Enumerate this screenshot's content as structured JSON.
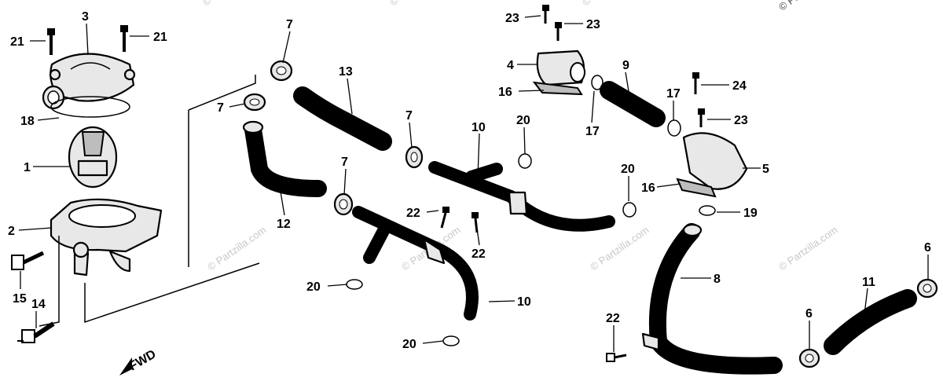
{
  "diagram": {
    "watermark_text": "© Partzilla.com",
    "direction_label": "FWD",
    "callouts": [
      {
        "id": "c21a",
        "text": "21"
      },
      {
        "id": "c3",
        "text": "3"
      },
      {
        "id": "c21b",
        "text": "21"
      },
      {
        "id": "c18",
        "text": "18"
      },
      {
        "id": "c1",
        "text": "1"
      },
      {
        "id": "c2",
        "text": "2"
      },
      {
        "id": "c15",
        "text": "15"
      },
      {
        "id": "c14",
        "text": "14"
      },
      {
        "id": "c7a",
        "text": "7"
      },
      {
        "id": "c7b",
        "text": "7"
      },
      {
        "id": "c13",
        "text": "13"
      },
      {
        "id": "c12",
        "text": "12"
      },
      {
        "id": "c7c",
        "text": "7"
      },
      {
        "id": "c7d",
        "text": "7"
      },
      {
        "id": "c22a",
        "text": "22"
      },
      {
        "id": "c22b",
        "text": "22"
      },
      {
        "id": "c10a",
        "text": "10"
      },
      {
        "id": "c20a",
        "text": "20"
      },
      {
        "id": "c20b",
        "text": "20"
      },
      {
        "id": "c10b",
        "text": "10"
      },
      {
        "id": "c20c",
        "text": "20"
      },
      {
        "id": "c23a",
        "text": "23"
      },
      {
        "id": "c23b",
        "text": "23"
      },
      {
        "id": "c4",
        "text": "4"
      },
      {
        "id": "c16a",
        "text": "16"
      },
      {
        "id": "c9",
        "text": "9"
      },
      {
        "id": "c17a",
        "text": "17"
      },
      {
        "id": "c17b",
        "text": "17"
      },
      {
        "id": "c24",
        "text": "24"
      },
      {
        "id": "c23c",
        "text": "23"
      },
      {
        "id": "c20d",
        "text": "20"
      },
      {
        "id": "c5",
        "text": "5"
      },
      {
        "id": "c16b",
        "text": "16"
      },
      {
        "id": "c19",
        "text": "19"
      },
      {
        "id": "c8",
        "text": "8"
      },
      {
        "id": "c22c",
        "text": "22"
      },
      {
        "id": "c6a",
        "text": "6"
      },
      {
        "id": "c11",
        "text": "11"
      },
      {
        "id": "c6b",
        "text": "6"
      }
    ]
  }
}
